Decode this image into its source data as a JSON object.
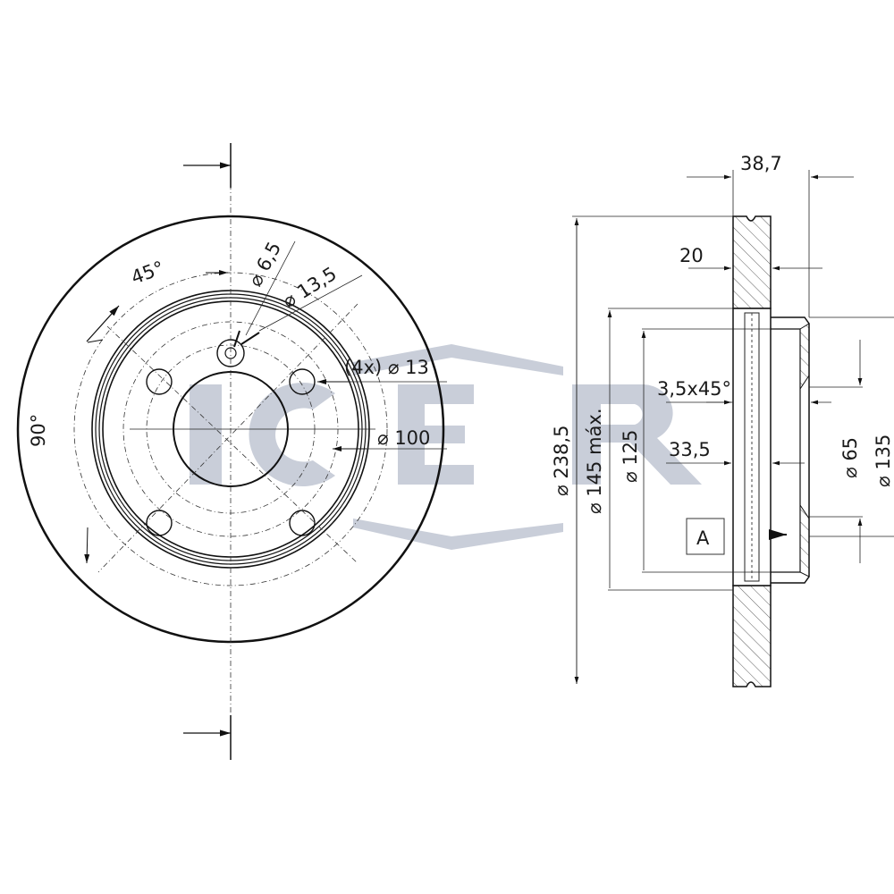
{
  "logo": {
    "text": "ICER",
    "color": "#c9ced9"
  },
  "front_view": {
    "angle_top": "45°",
    "angle_left": "90°",
    "small_hole_diameter": "⌀ 6,5",
    "small_hole_counterbore": "⌀ 13,5",
    "bolt_holes": "(4x) ⌀ 13",
    "bolt_circle": "⌀ 100"
  },
  "side_view": {
    "overall_width": "38,7",
    "disc_thickness": "20",
    "outer_diameter": "⌀ 238,5",
    "max_diameter": "⌀ 145 máx.",
    "hat_diameter": "⌀ 125",
    "chamfer": "3,5x45°",
    "offset": "33,5",
    "center_bore": "⌀ 65",
    "hub_diameter": "⌀ 135",
    "datum": "A"
  }
}
